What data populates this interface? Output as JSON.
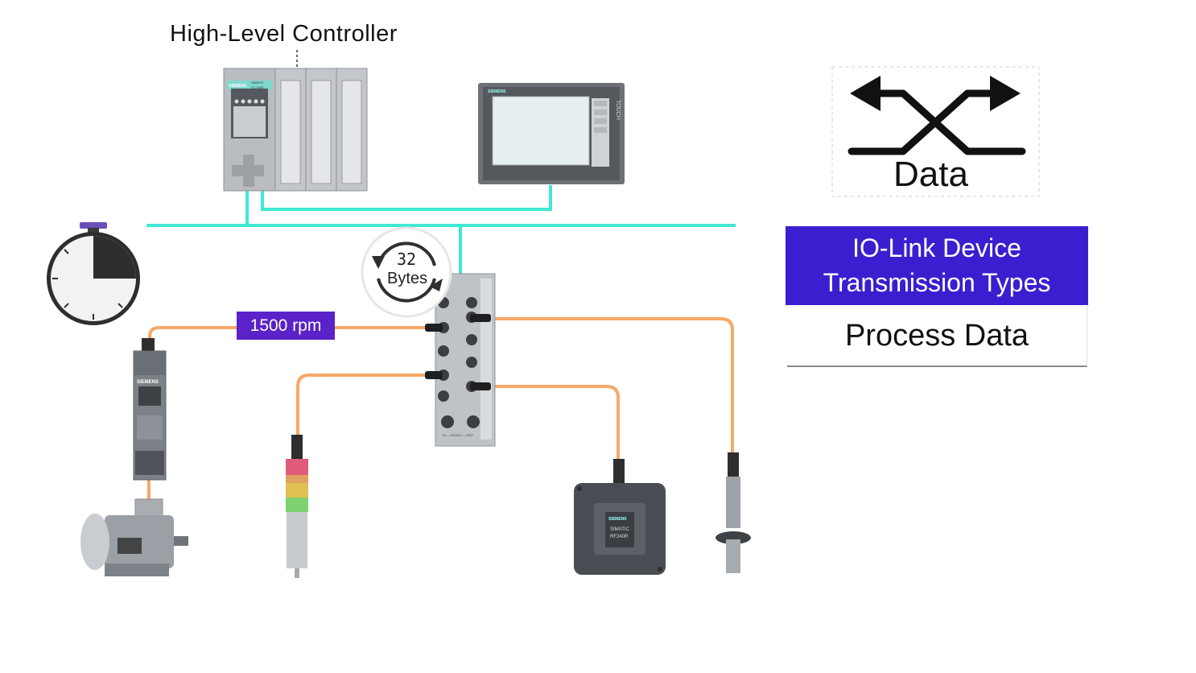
{
  "diagram": {
    "controller_label": "High-Level Controller",
    "plc": {
      "brand": "SIEMENS",
      "model_line1": "SIMATIC",
      "model_line2": "S7-1500"
    },
    "hmi": {
      "brand": "SIEMENS",
      "side_label": "TOUCH"
    },
    "io_master": {
      "bytes_value": "32",
      "bytes_label": "Bytes",
      "port_footer": "IN — DC24V — OUT"
    },
    "drive": {
      "brand": "SIEMENS"
    },
    "speed_badge": "1500 rpm",
    "rfid": {
      "brand": "SIEMENS",
      "line1": "SIMATIC",
      "line2": "RF240R"
    },
    "legend": {
      "label": "Data"
    },
    "panel": {
      "title_line1": "IO-Link Device",
      "title_line2": "Transmission Types",
      "subtitle": "Process Data"
    },
    "colors": {
      "bus": "#40e8d4",
      "cable": "#f6a868",
      "panel_bg": "#3a1fd0",
      "badge_bg": "#5a22c8"
    }
  }
}
